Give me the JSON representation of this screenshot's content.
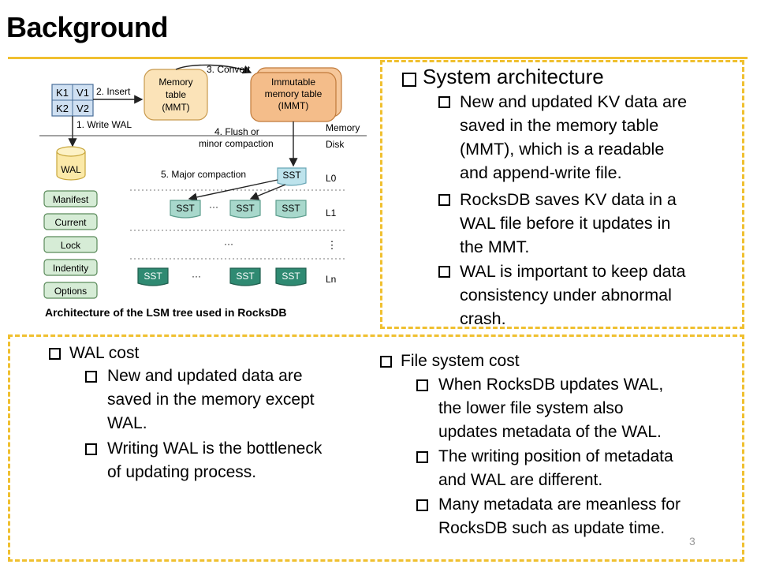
{
  "title": "Background",
  "page_number": "3",
  "figure": {
    "caption": "Architecture of the LSM tree used in RocksDB",
    "kv_table": [
      "K1",
      "V1",
      "K2",
      "V2"
    ],
    "step_insert": "2. Insert",
    "step_convert": "3. Convert",
    "step_write_wal": "1. Write WAL",
    "step_flush_1": "4. Flush or",
    "step_flush_2": "minor compaction",
    "step_major": "5. Major compaction",
    "mmt_lines": [
      "Memory",
      "table",
      "(MMT)"
    ],
    "immutable_lines": [
      "Immutable",
      "memory table",
      "(IMMT)"
    ],
    "memory_label": "Memory",
    "disk_label": "Disk",
    "wal_label": "WAL",
    "meta_files": [
      "Manifest",
      "Current",
      "Lock",
      "Indentity",
      "Options"
    ],
    "sst": "SST",
    "ellipsis": "···",
    "vdots": "⋮",
    "levels": [
      "L0",
      "L1",
      "Ln"
    ]
  },
  "arch": {
    "heading": "System architecture",
    "items": [
      [
        "New and updated KV data are",
        "saved in the memory table",
        "(MMT), which is a readable",
        "and append-write file."
      ],
      [
        "RocksDB saves KV data in a",
        "WAL file before it updates in",
        "the MMT."
      ],
      [
        "WAL is important to keep data",
        "consistency under abnormal",
        "crash."
      ]
    ]
  },
  "wal_cost": {
    "heading": "WAL cost",
    "items": [
      [
        "New and updated data are",
        "saved in the memory except",
        "WAL."
      ],
      [
        "Writing WAL is the bottleneck",
        "of updating process."
      ]
    ]
  },
  "fs_cost": {
    "heading": "File system cost",
    "items": [
      [
        "When RocksDB updates WAL,",
        "the lower file system also",
        "updates metadata of the WAL."
      ],
      [
        "The writing position of metadata",
        "and WAL are different."
      ],
      [
        "Many metadata are meanless for",
        "RocksDB such as update time."
      ]
    ]
  }
}
